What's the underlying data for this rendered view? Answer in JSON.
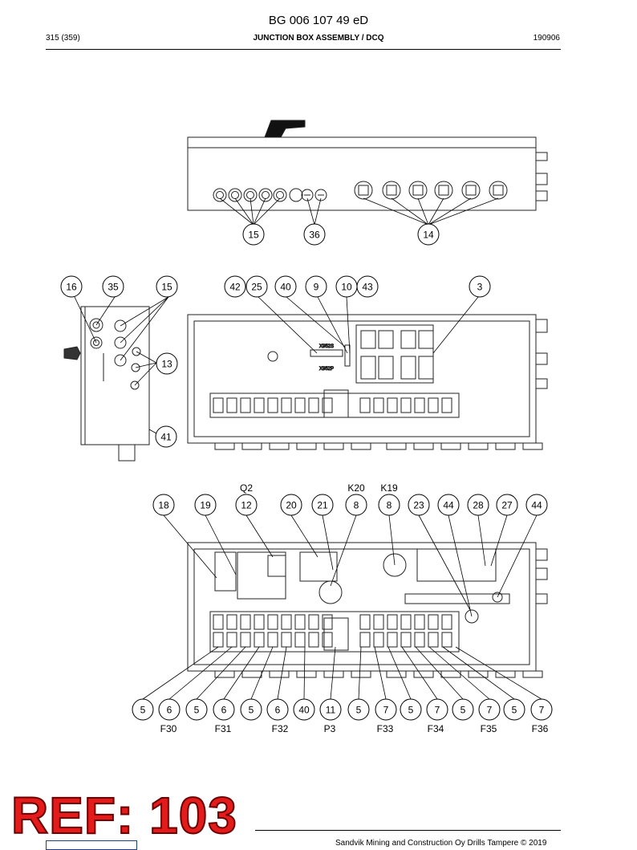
{
  "header": {
    "doc_number": "BG 006 107 49 eD",
    "page": "315 (359)",
    "title": "JUNCTION BOX ASSEMBLY / DCQ",
    "date_code": "190906"
  },
  "views": {
    "top": {
      "callouts": [
        "15",
        "36",
        "14"
      ]
    },
    "middle": {
      "callouts": [
        "16",
        "35",
        "15",
        "13",
        "41",
        "42",
        "25",
        "40",
        "9",
        "10",
        "43",
        "3"
      ],
      "labels": [
        "X952S",
        "X952P"
      ]
    },
    "bottom": {
      "top_callouts": [
        "18",
        "19",
        "12",
        "20",
        "21",
        "8",
        "8",
        "23",
        "44",
        "28",
        "27",
        "44"
      ],
      "top_designators": [
        "Q2",
        "K20",
        "K19"
      ],
      "bottom_callouts": [
        "5",
        "6",
        "5",
        "6",
        "5",
        "6",
        "40",
        "11",
        "5",
        "7",
        "5",
        "7",
        "5",
        "7",
        "5",
        "7"
      ],
      "bottom_designators": [
        "F30",
        "F31",
        "F32",
        "P3",
        "F33",
        "F34",
        "F35",
        "F36"
      ]
    }
  },
  "ref_stamp": "REF: 103",
  "footer": {
    "copyright": "Sandvik Mining and Construction Oy Drills Tampere © 2019"
  }
}
